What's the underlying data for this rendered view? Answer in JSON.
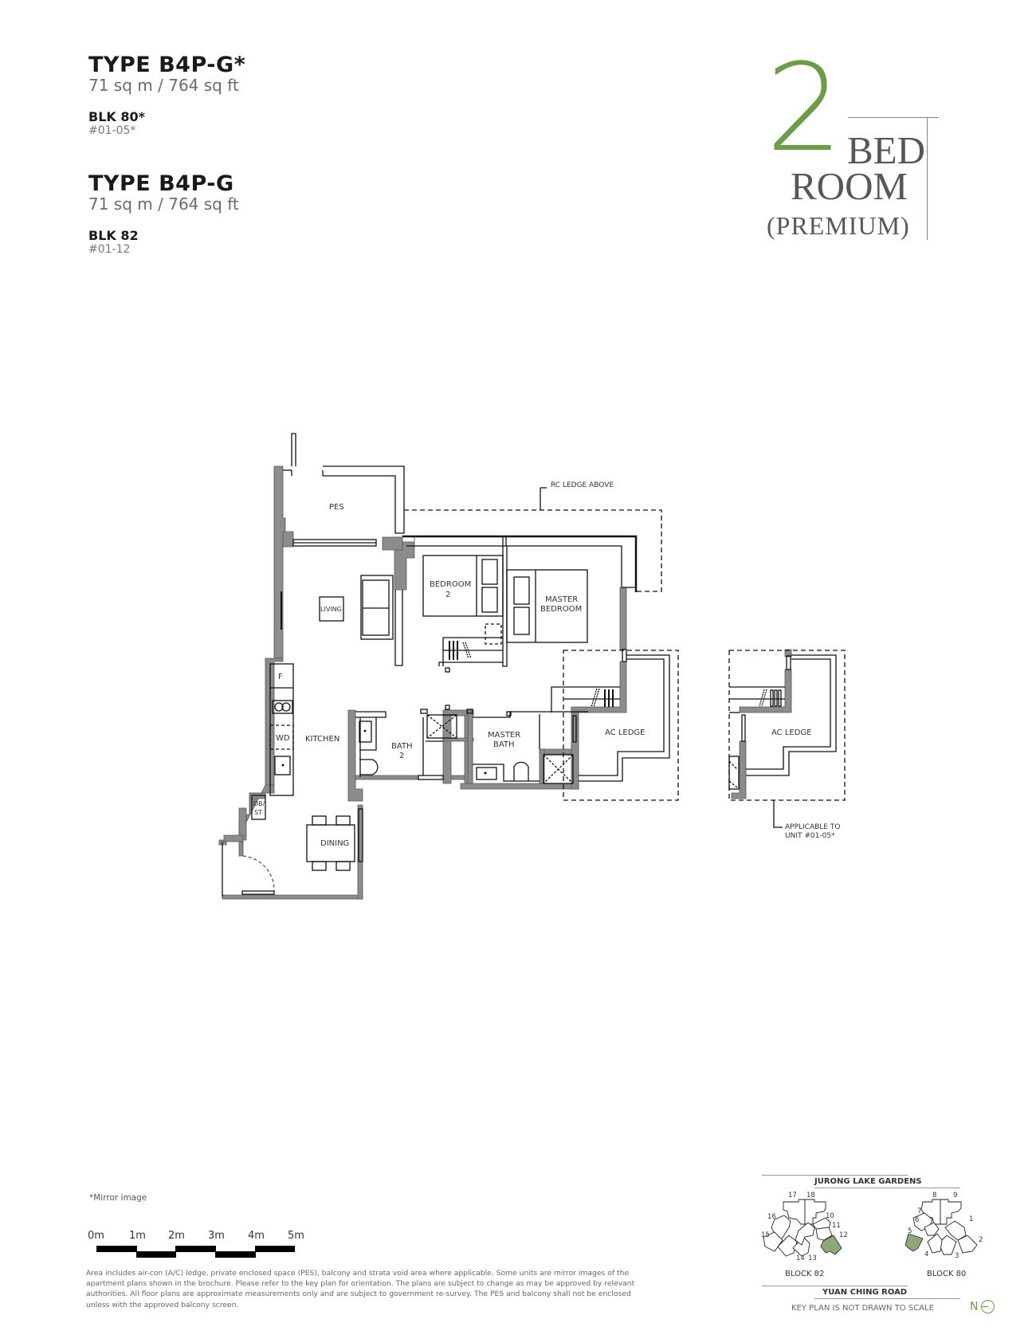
{
  "header": {
    "units": [
      {
        "type": "TYPE B4P-G*",
        "area": "71 sq m / 764 sq ft",
        "block": "BLK 80*",
        "unit_numbers": "#01-05*"
      },
      {
        "type": "TYPE B4P-G",
        "area": "71 sq m / 764 sq ft",
        "block": "BLK 82",
        "unit_numbers": "#01-12"
      }
    ],
    "hero": {
      "number": "2",
      "line1": "BED",
      "line2": "ROOM",
      "line3": "(PREMIUM)",
      "number_color": "#6a9e44"
    }
  },
  "floor_plan": {
    "rooms": {
      "pes": "PES",
      "living": "LIVING",
      "bedroom2_line1": "BEDROOM",
      "bedroom2_line2": "2",
      "master_bedroom_line1": "MASTER",
      "master_bedroom_line2": "BEDROOM",
      "kitchen": "KITCHEN",
      "fridge": "F",
      "washer_dryer": "WD",
      "db_st_line1": "DB/",
      "db_st_line2": "ST",
      "bath2_line1": "BATH",
      "bath2_line2": "2",
      "master_bath_line1": "MASTER",
      "master_bath_line2": "BATH",
      "ac_ledge": "AC LEDGE",
      "dining": "DINING"
    },
    "annotations": {
      "rc_ledge": "RC LEDGE ABOVE",
      "alt_ac_ledge": "AC LEDGE",
      "applicable_line1": "APPLICABLE TO",
      "applicable_line2": "UNIT #01-05*"
    }
  },
  "footer": {
    "mirror_note": "*Mirror image",
    "scale_bar": [
      "0m",
      "1m",
      "2m",
      "3m",
      "4m",
      "5m"
    ],
    "disclaimer": "Area includes air-con (A/C) ledge, private enclosed space (PES), balcony and strata void area where applicable. Some units are mirror images of the apartment plans shown in the brochure. Please refer to the key plan for orientation. The plans are subject to change as may be approved by relevant authorities. All floor plans are approximate measurements only and are subject to government re-survey. The PES and balcony shall not be enclosed unless with the approved balcony screen."
  },
  "key_plan": {
    "top_label": "JURONG LAKE GARDENS",
    "bottom_label": "YUAN CHING ROAD",
    "note": "KEY PLAN IS NOT DRAWN TO SCALE",
    "north_label": "N",
    "highlight_color": "#8fa877",
    "block82": {
      "label": "BLOCK 82",
      "units": [
        "17",
        "18",
        "16",
        "10",
        "11",
        "15",
        "12",
        "14",
        "13"
      ],
      "highlighted": "12"
    },
    "block80": {
      "label": "BLOCK 80",
      "units": [
        "8",
        "9",
        "7",
        "6",
        "1",
        "5",
        "2",
        "4",
        "3"
      ],
      "highlighted": "5"
    }
  }
}
